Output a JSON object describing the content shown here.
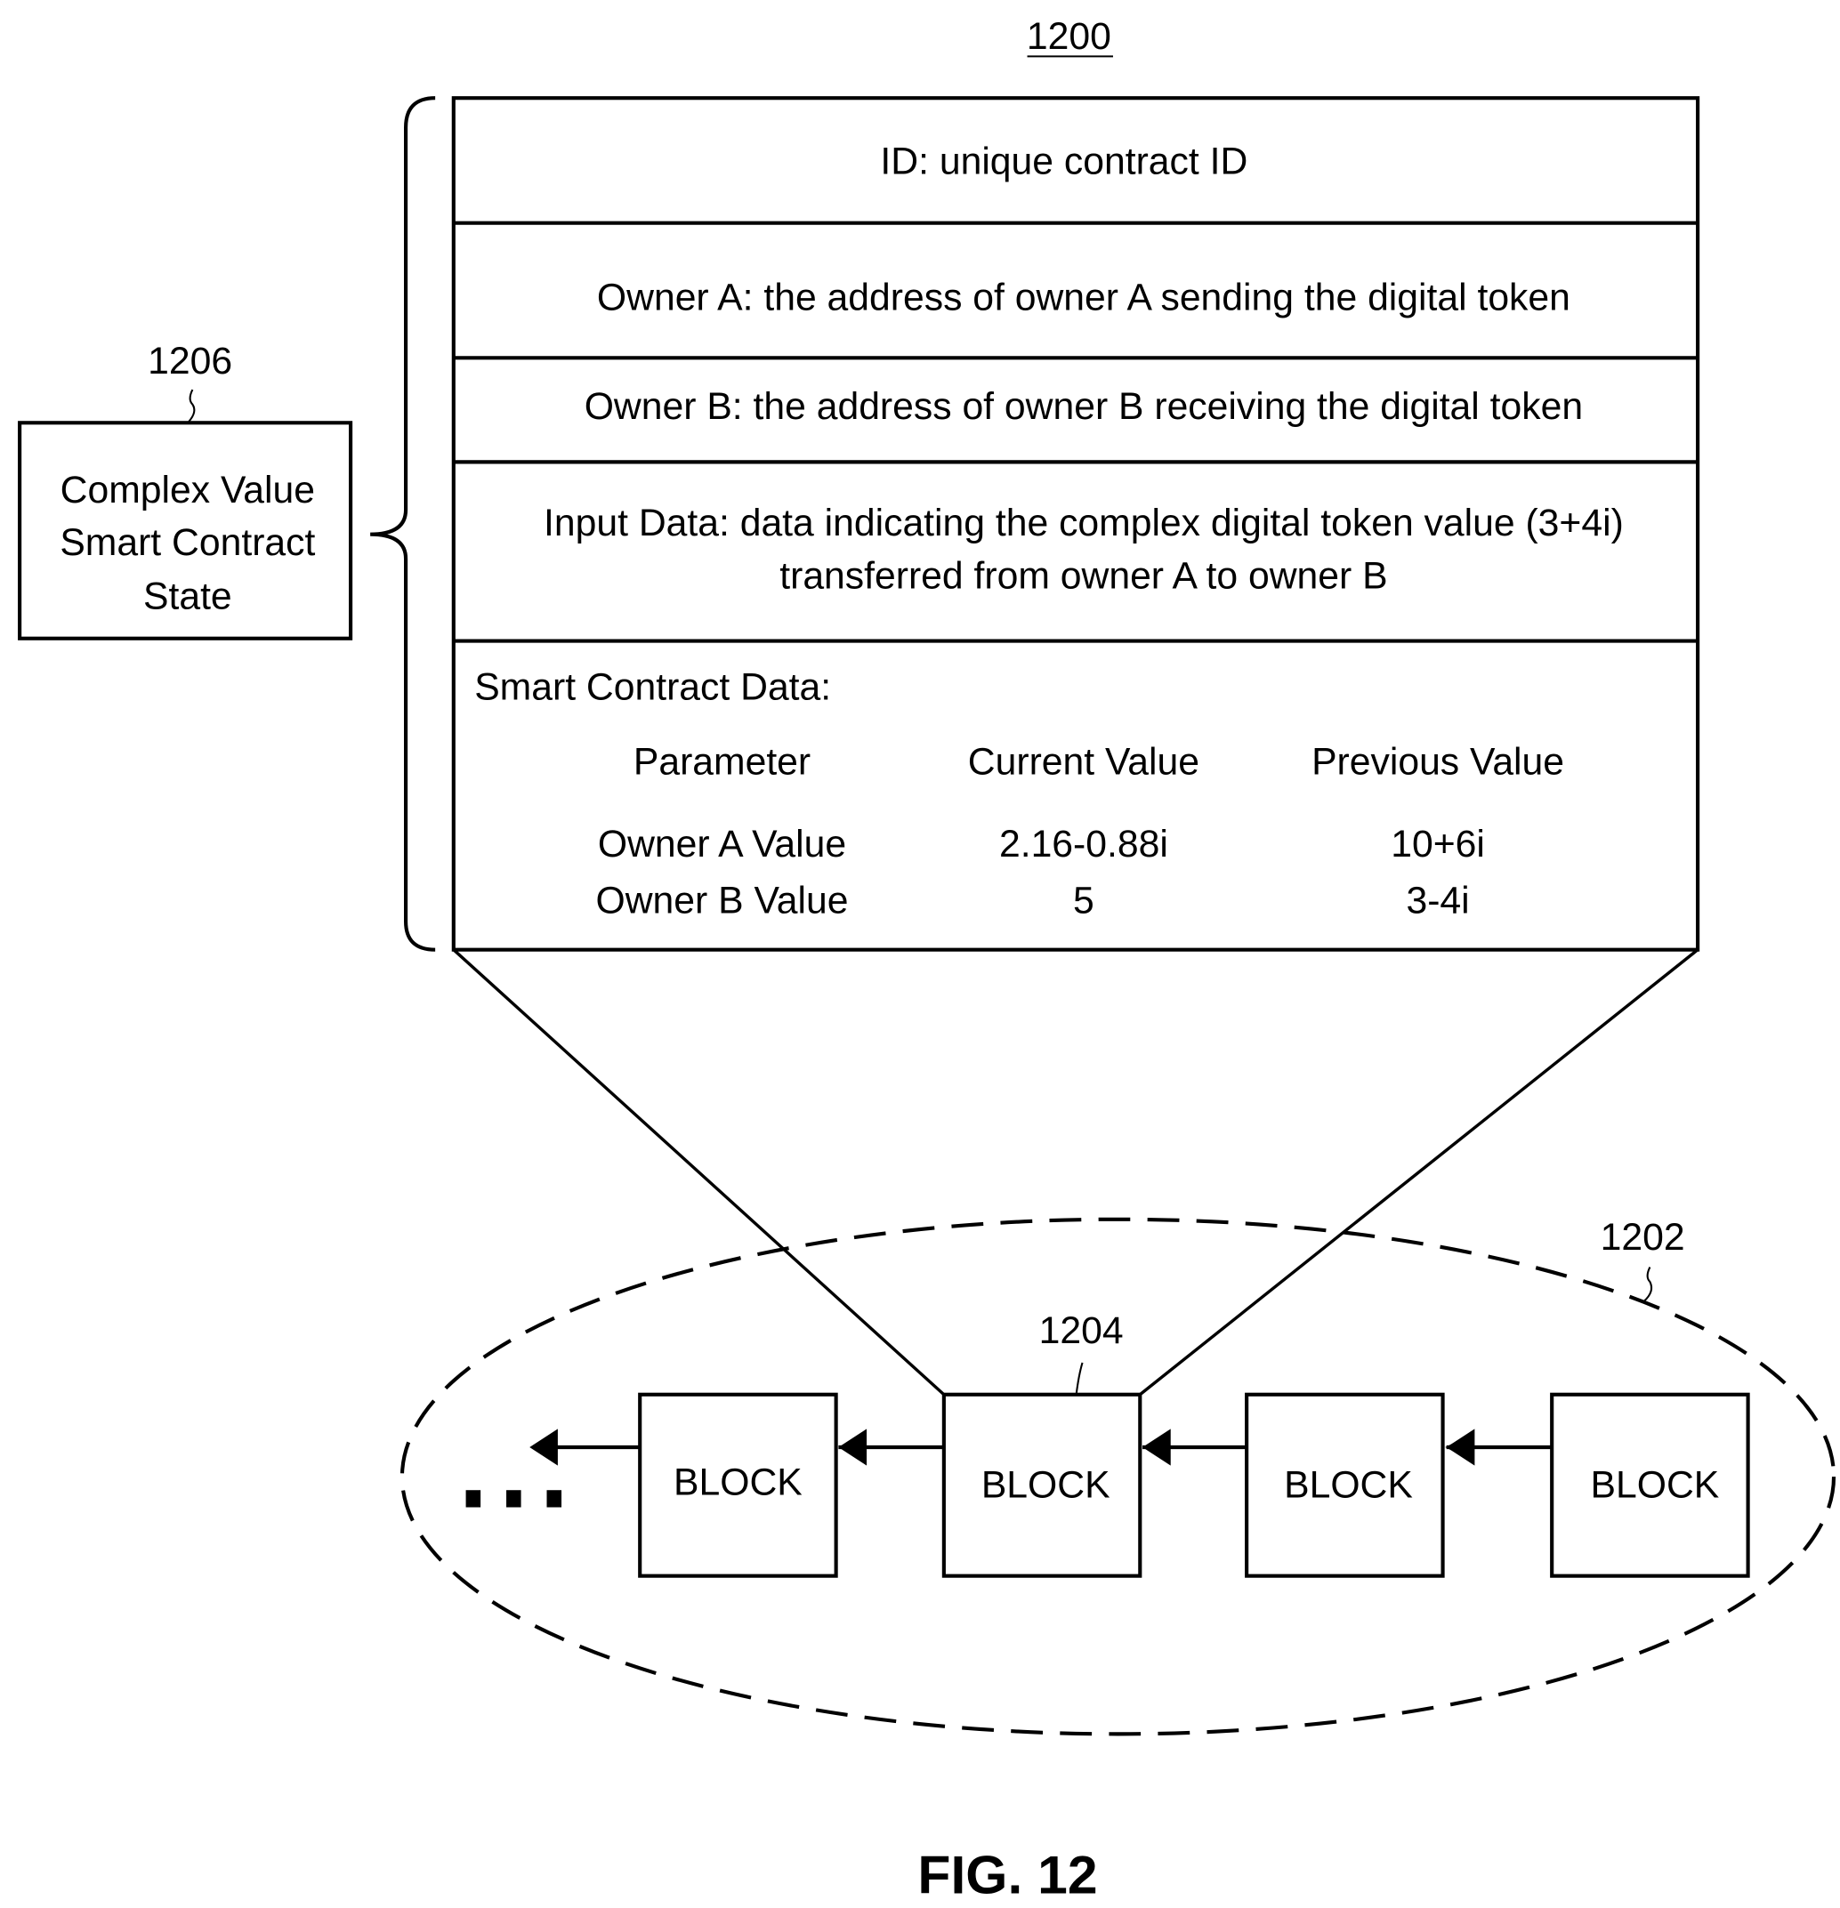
{
  "figure": {
    "ref_main": "1200",
    "ref_state": "1206",
    "ref_chain": "1202",
    "ref_block": "1204",
    "caption": "FIG. 12"
  },
  "state_box": {
    "lines": [
      "Complex Value",
      "Smart Contract",
      "State"
    ]
  },
  "contract": {
    "id_row": "ID: unique contract ID",
    "owner_a_row": "Owner A: the address of owner A sending the digital token",
    "owner_b_row": "Owner B: the address of owner B receiving the digital token",
    "input_row": [
      "Input Data: data indicating the complex digital token value (3+4i)",
      "transferred from owner A to owner B"
    ],
    "data_title": "Smart Contract Data:",
    "table": {
      "headers": [
        "Parameter",
        "Current Value",
        "Previous Value"
      ],
      "rows": [
        [
          "Owner A Value",
          "2.16-0.88i",
          "10+6i"
        ],
        [
          "Owner B Value",
          "5",
          "3-4i"
        ]
      ]
    }
  },
  "chain": {
    "ellipsis": "...",
    "blocks": [
      "BLOCK",
      "BLOCK",
      "BLOCK",
      "BLOCK"
    ]
  }
}
